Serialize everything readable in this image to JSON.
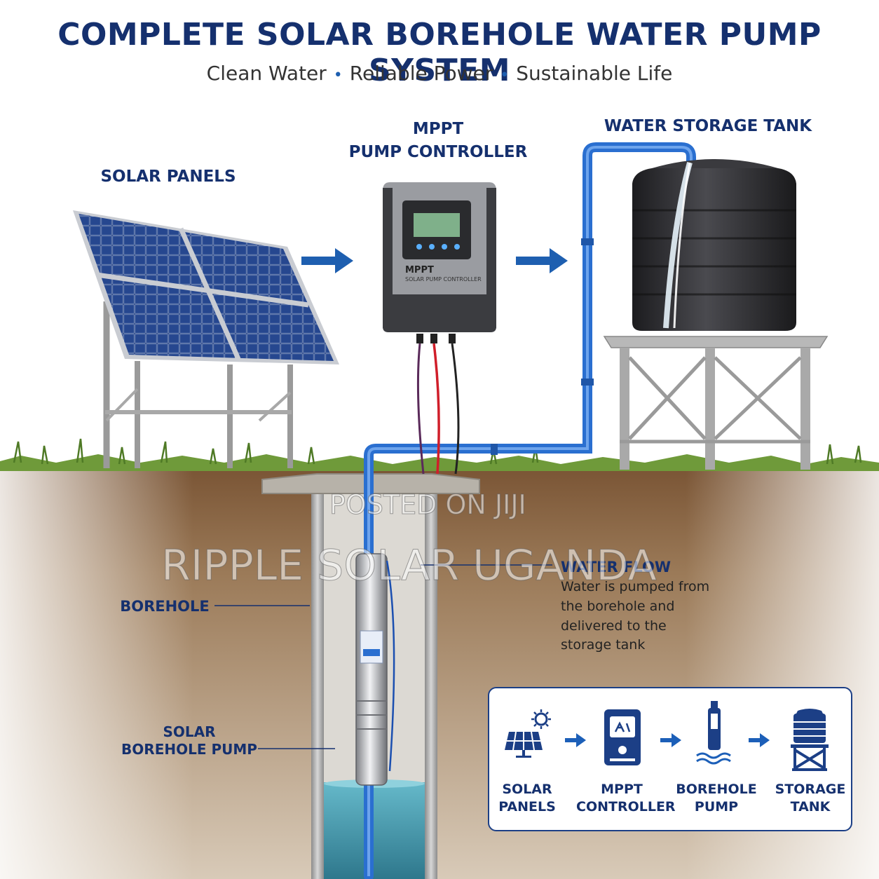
{
  "header": {
    "title": "COMPLETE SOLAR BOREHOLE WATER PUMP SYSTEM",
    "subtitle_parts": [
      "Clean Water",
      "Reliable Power",
      "Sustainable Life"
    ],
    "separator": "•"
  },
  "labels": {
    "solar_panels": "SOLAR PANELS",
    "controller_line1": "MPPT",
    "controller_line2": "PUMP CONTROLLER",
    "tank": "WATER STORAGE TANK",
    "borehole": "BOREHOLE",
    "pump_line1": "SOLAR",
    "pump_line2": "BOREHOLE PUMP"
  },
  "controller_device": {
    "brand_text": "MPPT",
    "subtext": "SOLAR PUMP CONTROLLER"
  },
  "water_flow": {
    "heading": "WATER FLOW",
    "lines": [
      "Water is pumped from",
      "the borehole and",
      "delivered to the",
      "storage tank"
    ]
  },
  "watermarks": {
    "line1": "POSTED ON JIJI",
    "line2": "RIPPLE SOLAR UGANDA"
  },
  "flow_steps": [
    {
      "line1": "SOLAR",
      "line2": "PANELS",
      "icon": "solar-panel-icon"
    },
    {
      "line1": "MPPT",
      "line2": "CONTROLLER",
      "icon": "controller-icon"
    },
    {
      "line1": "BOREHOLE",
      "line2": "PUMP",
      "icon": "pump-icon"
    },
    {
      "line1": "STORAGE",
      "line2": "TANK",
      "icon": "tank-icon"
    }
  ],
  "colors": {
    "navy": "#15306e",
    "pipe_blue": "#2a6fd0",
    "soil": "#8a6a4a",
    "grass": "#6f9a3a",
    "panel": "#1e3a78",
    "tank": "#2b2b2e",
    "water": "#2f8fa8"
  }
}
